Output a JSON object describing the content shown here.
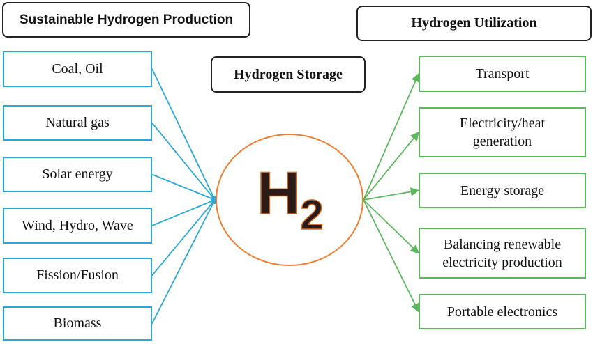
{
  "headers": {
    "production": "Sustainable Hydrogen Production",
    "storage": "Hydrogen Storage",
    "utilization": "Hydrogen Utilization"
  },
  "center": {
    "symbol": "H",
    "subscript": "2"
  },
  "production_sources": [
    "Coal, Oil",
    "Natural gas",
    "Solar energy",
    "Wind, Hydro, Wave",
    "Fission/Fusion",
    "Biomass"
  ],
  "utilization_targets": [
    "Transport",
    "Electricity/heat\ngeneration",
    "Energy storage",
    "Balancing renewable\nelectricity production",
    "Portable electronics"
  ],
  "colors": {
    "source_lines": "#29a9d8",
    "target_arrows": "#5cb85c",
    "circle_outline": "#ef7e30",
    "h2_fill": "#2b1a17"
  }
}
